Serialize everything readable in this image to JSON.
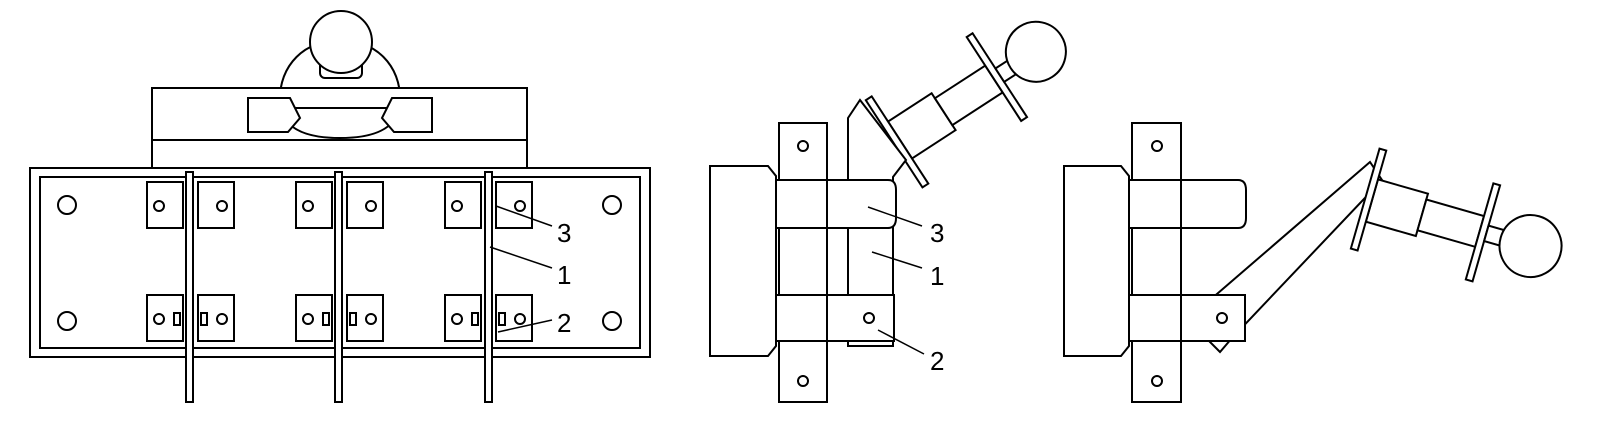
{
  "figure": {
    "views": [
      {
        "view": "top",
        "labels": {
          "part_3": "3",
          "part_1": "1",
          "part_2": "2"
        }
      },
      {
        "view": "side-closed",
        "labels": {
          "part_3": "3",
          "part_1": "1",
          "part_2": "2"
        }
      },
      {
        "view": "side-open",
        "labels": {}
      }
    ],
    "colors": {
      "stroke": "#000000",
      "background": "#ffffff"
    }
  }
}
